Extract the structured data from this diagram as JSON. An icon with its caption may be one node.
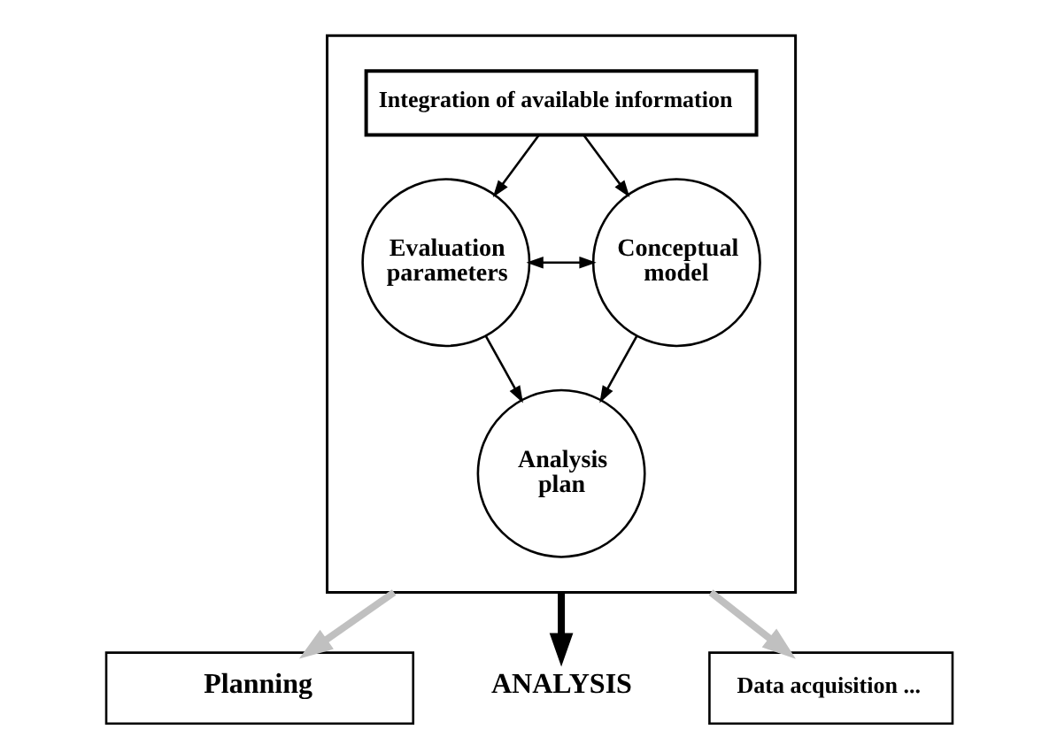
{
  "diagram": {
    "nodes": [
      {
        "text": [],
        "shape": "box"
      },
      {
        "text": [
          "Integration of available information"
        ],
        "in": 0
      },
      {
        "text": [
          "Evaluation parameters"
        ],
        "in": 0
      },
      {
        "text": [
          "Conceptual model"
        ],
        "in": 0
      },
      {
        "text": [
          "Analysis plan"
        ],
        "in": 0
      },
      {
        "text": [
          "Planning"
        ]
      },
      {
        "text": [
          "ANALYSIS"
        ]
      },
      {
        "text": [
          "Data acquisition ..."
        ]
      }
    ],
    "edges": [
      {
        "from": 1,
        "to": 2,
        "arrow": "to"
      },
      {
        "from": 1,
        "to": 3,
        "arrow": "to"
      },
      {
        "from": 2,
        "to": 3,
        "arrow": "both"
      },
      {
        "from": 2,
        "to": 4,
        "arrow": "to"
      },
      {
        "from": 3,
        "to": 4,
        "arrow": "to"
      },
      {
        "from": 0,
        "to": 5,
        "arrow": "to",
        "style": "thick",
        "color": "#c0c0c0"
      },
      {
        "from": 0,
        "to": 6,
        "arrow": "to",
        "style": "thick"
      },
      {
        "from": 0,
        "to": 7,
        "arrow": "to",
        "style": "thick",
        "color": "#c0c0c0"
      }
    ]
  }
}
